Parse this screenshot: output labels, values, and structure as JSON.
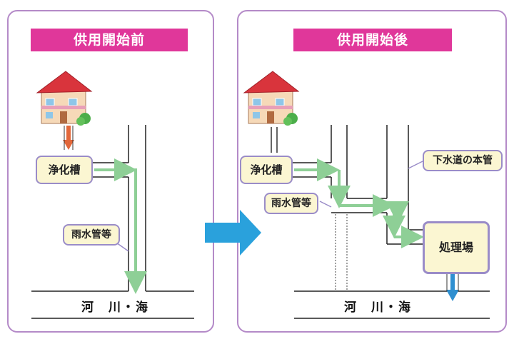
{
  "left_panel": {
    "title": "供用開始前",
    "septic_tank": "浄化槽",
    "storm_pipe": "雨水管等",
    "water_body": "河　川・海"
  },
  "right_panel": {
    "title": "供用開始後",
    "septic_tank": "浄化槽",
    "storm_pipe": "雨水管等",
    "main_sewer": "下水道の本管",
    "treatment_plant": "処理場",
    "water_body": "河　川・海"
  },
  "colors": {
    "title_bg": "#e0379a",
    "panel_border": "#b48ac8",
    "callout_bg": "#fbf6d2",
    "green_arrow": "#8ecf96",
    "orange_arrow": "#e2673a",
    "blue_arrow": "#2f8fd0",
    "transition_arrow": "#2aa1dc"
  },
  "icons": {
    "house": "house-icon",
    "transition": "right-arrow-icon"
  }
}
